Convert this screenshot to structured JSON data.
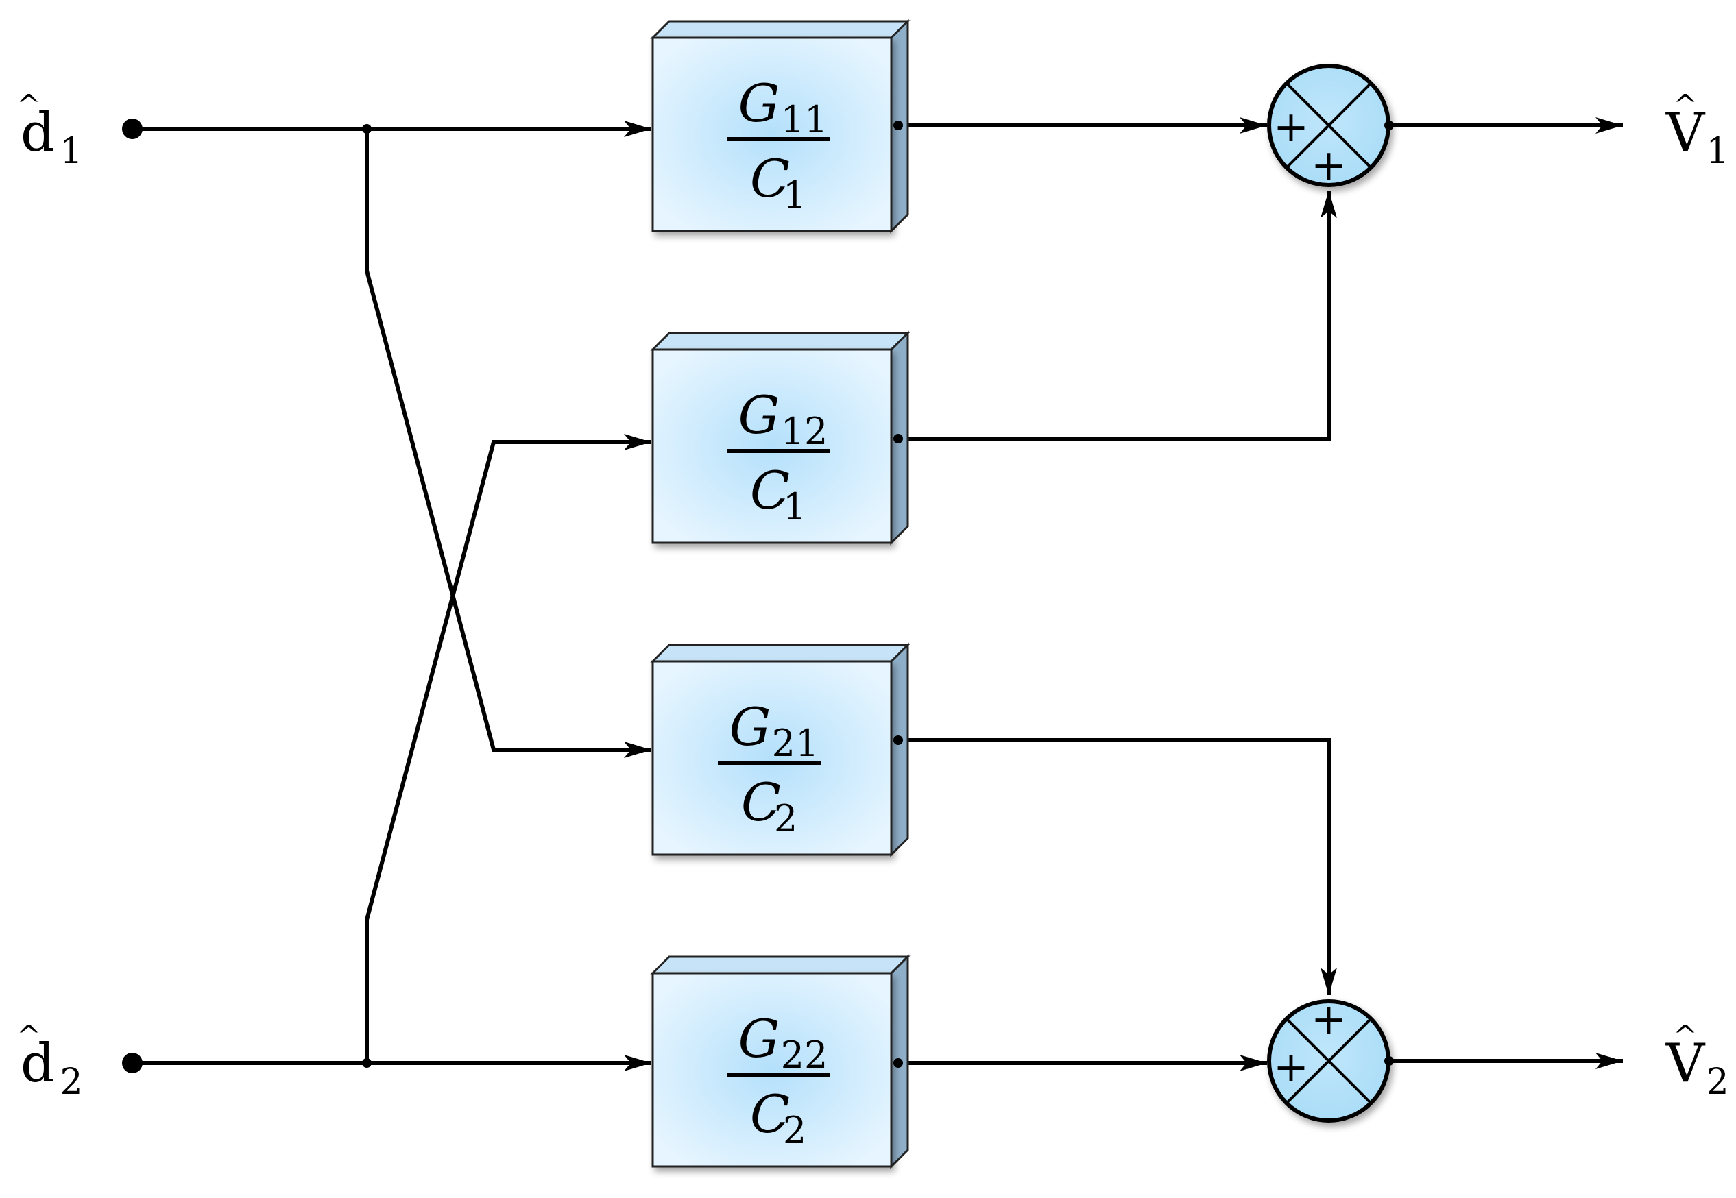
{
  "colors": {
    "block_light": "#e6f5ff",
    "block_mid": "#b4e0fb",
    "block_side": "#8faec8",
    "block_top": "#c7e3f7",
    "sum_fill": "#a9dcf7",
    "line": "#000000"
  },
  "inputs": [
    {
      "base": "d",
      "sub": "1",
      "hat": "^"
    },
    {
      "base": "d",
      "sub": "2",
      "hat": "^"
    }
  ],
  "outputs": [
    {
      "base": "V",
      "sub": "1",
      "hat": "^"
    },
    {
      "base": "V",
      "sub": "2",
      "hat": "^"
    }
  ],
  "blocks": [
    {
      "num_base": "G",
      "num_sub": "11",
      "den_base": "C",
      "den_sub": "1"
    },
    {
      "num_base": "G",
      "num_sub": "12",
      "den_base": "C",
      "den_sub": "1"
    },
    {
      "num_base": "G",
      "num_sub": "21",
      "den_base": "C",
      "den_sub": "2"
    },
    {
      "num_base": "G",
      "num_sub": "22",
      "den_base": "C",
      "den_sub": "2"
    }
  ],
  "summers": [
    {
      "sign_left": "+",
      "sign_bottom": "+"
    },
    {
      "sign_left": "+",
      "sign_top": "+"
    }
  ]
}
